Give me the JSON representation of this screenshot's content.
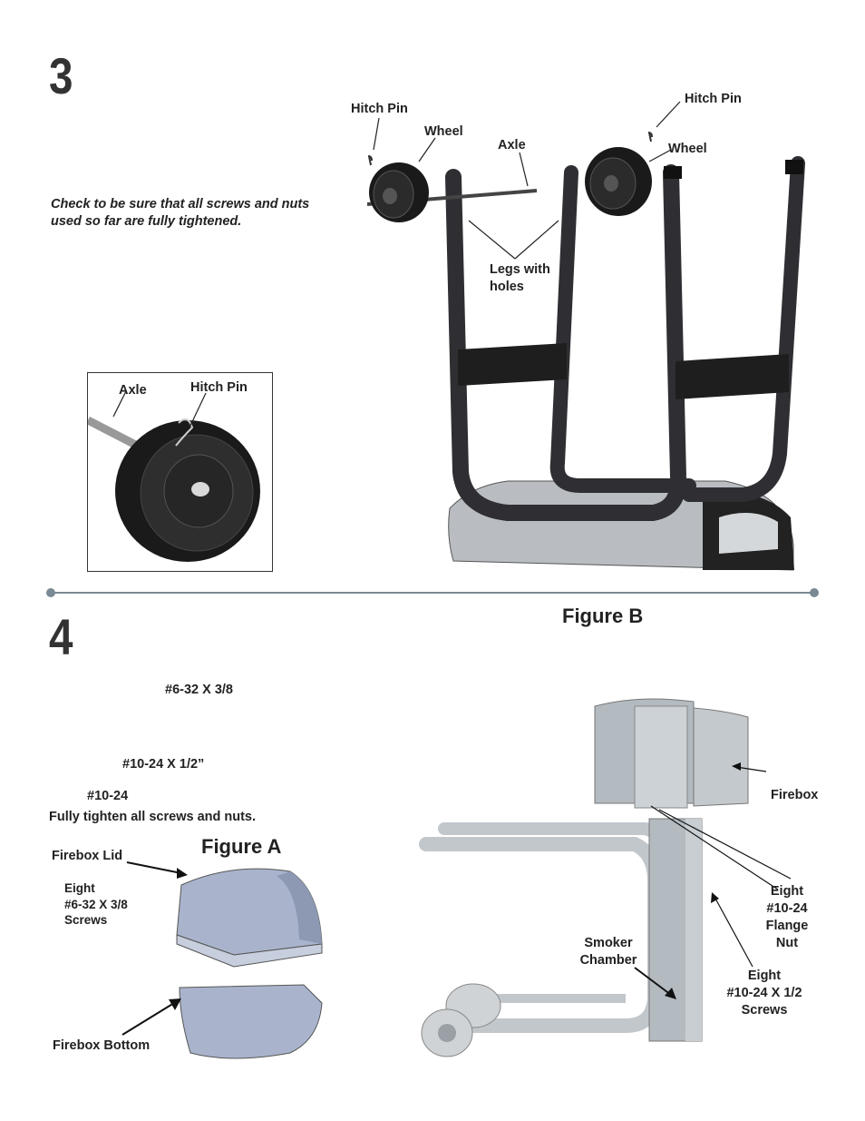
{
  "step3": {
    "number": "3",
    "note_line1": "Check to be sure that all screws and nuts",
    "note_line2": "used so far are fully tightened.",
    "labels": {
      "hitch_pin_left": "Hitch Pin",
      "wheel_left": "Wheel",
      "axle": "Axle",
      "hitch_pin_right": "Hitch Pin",
      "wheel_right": "Wheel",
      "legs_line1": "Legs with",
      "legs_line2": "holes"
    },
    "inset": {
      "axle": "Axle",
      "hitch_pin": "Hitch Pin"
    }
  },
  "step4": {
    "number": "4",
    "spec1": "#6-32 X 3/8",
    "spec2": "#10-24 X 1/2”",
    "spec3": "#10-24",
    "instruction": "Fully tighten all screws and nuts.",
    "figure_a": {
      "title": "Figure A",
      "firebox_lid": "Firebox Lid",
      "screws_line1": "Eight",
      "screws_line2": "#6-32 X 3/8",
      "screws_line3": "Screws",
      "firebox_bottom": "Firebox Bottom"
    },
    "figure_b": {
      "title": "Figure B",
      "firebox": "Firebox",
      "nut_line1": "Eight",
      "nut_line2": "#10-24",
      "nut_line3": "Flange",
      "nut_line4": "Nut",
      "smoker_line1": "Smoker",
      "smoker_line2": "Chamber",
      "screws_line1": "Eight",
      "screws_line2": "#10-24 X 1/2",
      "screws_line3": "Screws"
    }
  },
  "colors": {
    "divider": "#7a8a94",
    "metal": "#2f2f33",
    "panel_blue": "#a9b4cc",
    "steel_gray": "#b9bdc2"
  }
}
